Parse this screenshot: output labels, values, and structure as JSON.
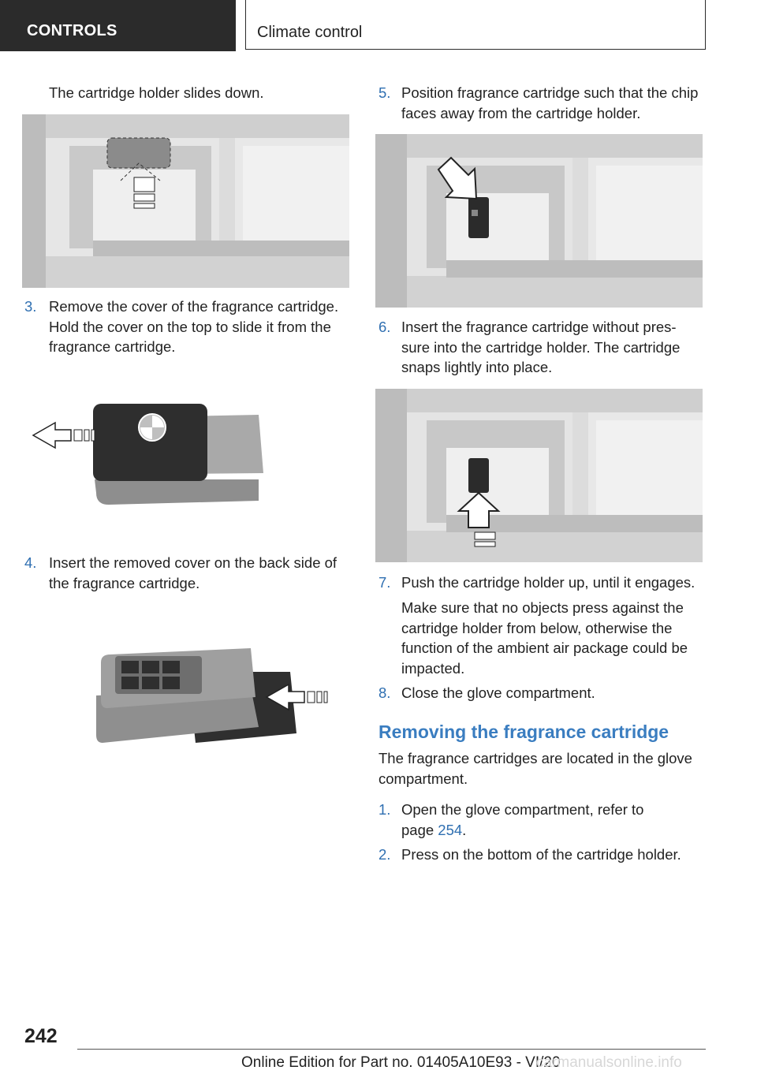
{
  "header": {
    "section": "CONTROLS",
    "chapter": "Climate control"
  },
  "left": {
    "intro": "The cartridge holder slides down.",
    "step3": {
      "num": "3.",
      "text": "Remove the cover of the fragrance cartridge. Hold the cover on the top to slide it from the fragrance cartridge."
    },
    "step4": {
      "num": "4.",
      "text": "Insert the removed cover on the back side of the fragrance cartridge."
    }
  },
  "right": {
    "step5": {
      "num": "5.",
      "text": "Position fragrance cartridge such that the chip faces away from the cartridge holder."
    },
    "step6": {
      "num": "6.",
      "text": "Insert the fragrance cartridge without pres-sure into the cartridge holder. The cartridge snaps lightly into place."
    },
    "step7": {
      "num": "7.",
      "text": "Push the cartridge holder up, until it engages."
    },
    "step7_note": "Make sure that no objects press against the cartridge holder from below, otherwise the function of the ambient air package could be impacted.",
    "step8": {
      "num": "8.",
      "text": "Close the glove compartment."
    },
    "section_title": "Removing the fragrance cartridge",
    "section_intro": "The fragrance cartridges are located in the glove compartment.",
    "r1": {
      "num": "1.",
      "text_before": "Open the glove compartment, refer to page ",
      "page_link": "254",
      "text_after": "."
    },
    "r2": {
      "num": "2.",
      "text": "Press on the bottom of the cartridge holder."
    }
  },
  "footer": {
    "page_number": "242",
    "edition": "Online Edition for Part no. 01405A10E93 - VI/20",
    "watermark": "carmanualsonline.info"
  }
}
